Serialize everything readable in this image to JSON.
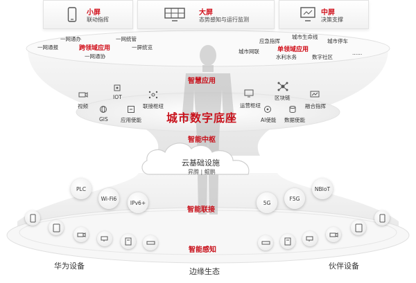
{
  "top_cards": [
    {
      "title": "小屏",
      "subtitle": "联动指挥",
      "icon": "phone-icon"
    },
    {
      "title": "大屏",
      "subtitle": "态势感知与运行监测",
      "icon": "display-wall-icon"
    },
    {
      "title": "中屏",
      "subtitle": "决策支撑",
      "icon": "monitor-icon"
    }
  ],
  "left_cloud": {
    "title": "跨领域应用",
    "items": [
      "一网通办",
      "一网统管",
      "一网通报",
      "一屏统览",
      "一网通协"
    ]
  },
  "right_cloud": {
    "title": "单领域应用",
    "items": [
      "应急指挥",
      "城市生命线",
      "城市停车",
      "城市网联",
      "水利水务",
      "数字社区",
      "......"
    ]
  },
  "layers": {
    "smart_apps": "智慧应用",
    "city_base": "城市数字底座",
    "smart_hub": "智能中枢",
    "cloud_infra": "云基础设施",
    "cloud_sub": "昇腾 | 鲲鹏",
    "smart_connect": "智能联接",
    "smart_sense": "智能感知"
  },
  "left_capabilities": [
    "视频",
    "IOT",
    "联接枢纽",
    "GIS",
    "应用使能"
  ],
  "right_capabilities": [
    "运营枢纽",
    "区块链",
    "融合指挥",
    "AI使能",
    "数据使能"
  ],
  "left_protocols": [
    "PLC",
    "Wi-Fi6",
    "IPv6+"
  ],
  "right_protocols": [
    "5G",
    "F5G",
    "NBIoT"
  ],
  "footer": {
    "left": "华为设备",
    "center": "边缘生态",
    "right": "伙伴设备"
  },
  "colors": {
    "accent": "#d1101b",
    "surface": "#f0f0f0"
  }
}
